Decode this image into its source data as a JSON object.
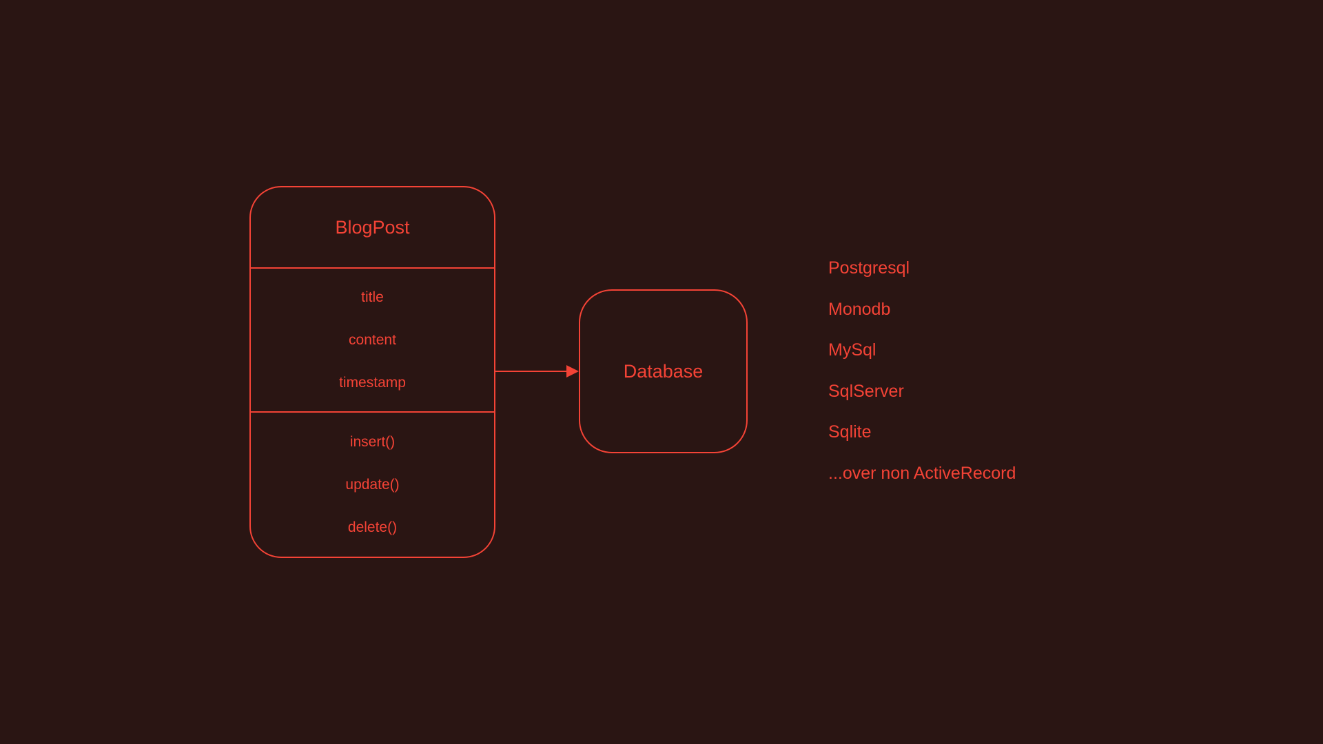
{
  "diagram": {
    "class_box": {
      "title": "BlogPost",
      "attributes": [
        "title",
        "content",
        "timestamp"
      ],
      "methods": [
        "insert()",
        "update()",
        "delete()"
      ]
    },
    "database_box": {
      "label": "Database"
    },
    "arrow": {
      "direction": "right"
    },
    "list": {
      "items": [
        "Postgresql",
        "Monodb",
        "MySql",
        "SqlServer",
        "Sqlite",
        "...over non ActiveRecord"
      ]
    },
    "colors": {
      "accent": "#f44336",
      "background": "#2a1513"
    }
  }
}
